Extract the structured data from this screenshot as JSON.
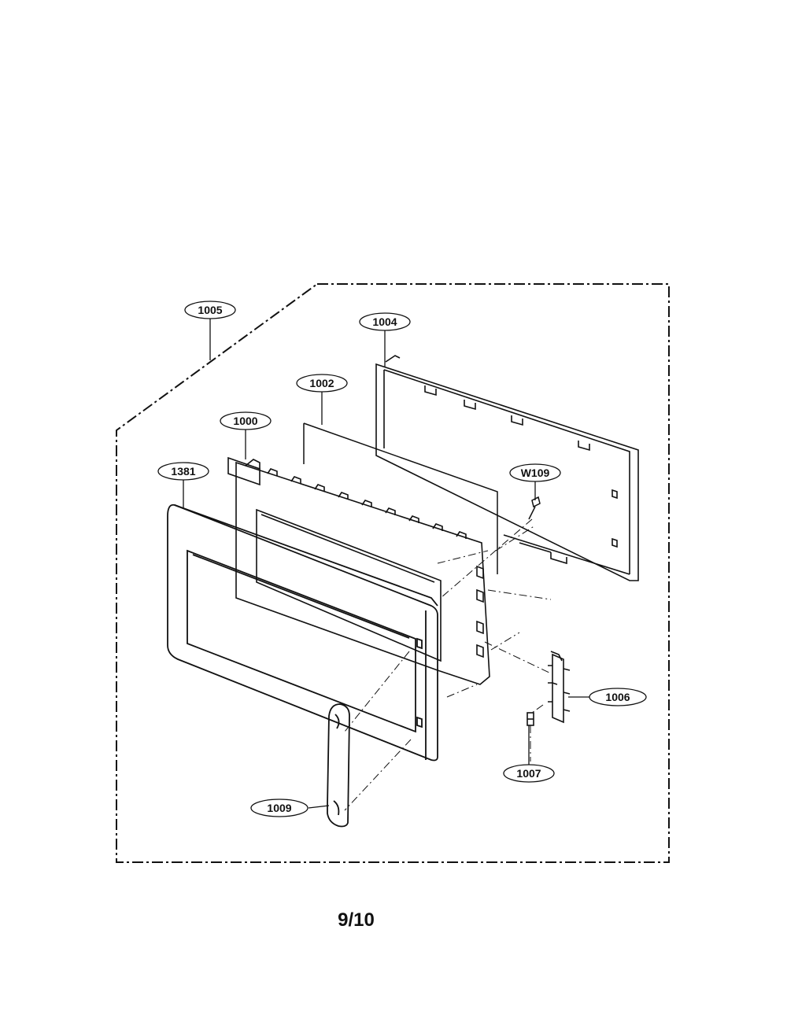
{
  "diagram": {
    "labels": {
      "p1005": "1005",
      "p1004": "1004",
      "p1002": "1002",
      "p1000": "1000",
      "p1381": "1381",
      "pW109": "W109",
      "p1006": "1006",
      "p1007": "1007",
      "p1009": "1009"
    },
    "line_color": "#111111"
  },
  "page": {
    "number": "9/10"
  }
}
